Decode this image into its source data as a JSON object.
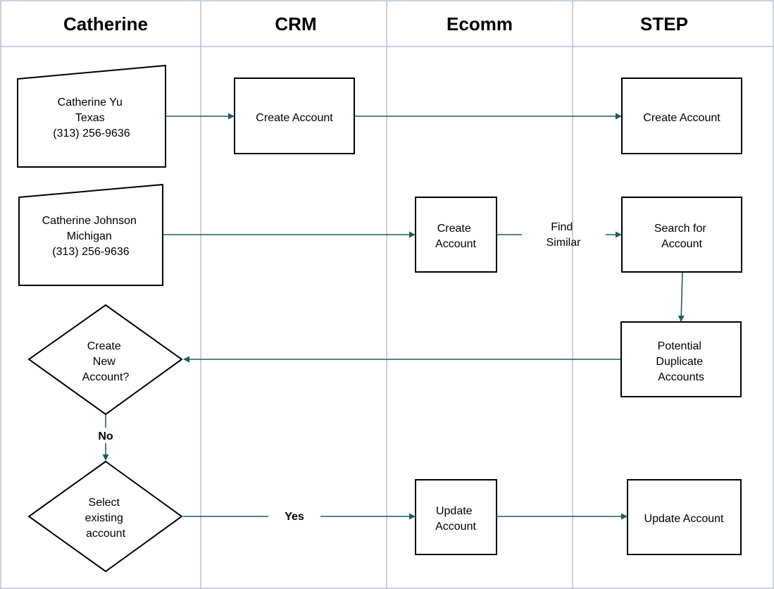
{
  "colors": {
    "background": "#ffffff",
    "lane_divider": "#b8c4d0",
    "connector": "#1f5a63",
    "shape_stroke": "#000000"
  },
  "lanes": [
    {
      "title": "Catherine"
    },
    {
      "title": "CRM"
    },
    {
      "title": "Ecomm"
    },
    {
      "title": "STEP"
    }
  ],
  "nodes": {
    "input_yu": {
      "lines": [
        "Catherine Yu",
        "Texas",
        "(313) 256-9636"
      ]
    },
    "crm_create": {
      "lines": [
        "Create Account"
      ]
    },
    "step_create": {
      "lines": [
        "Create Account"
      ]
    },
    "input_johnson": {
      "lines": [
        "Catherine Johnson",
        "Michigan",
        "(313) 256-9636"
      ]
    },
    "ecomm_create": {
      "lines": [
        "Create",
        "Account"
      ]
    },
    "step_search": {
      "lines": [
        "Search for",
        "Account"
      ]
    },
    "step_duplicates": {
      "lines": [
        "Potential",
        "Duplicate",
        "Accounts"
      ]
    },
    "decision_create_new": {
      "lines": [
        "Create",
        "New",
        "Account?"
      ]
    },
    "decision_select_existing": {
      "lines": [
        "Select",
        "existing",
        "account"
      ]
    },
    "ecomm_update": {
      "lines": [
        "Update",
        "Account"
      ]
    },
    "step_update": {
      "lines": [
        "Update Account"
      ]
    }
  },
  "edge_labels": {
    "find_similar": [
      "Find",
      "Similar"
    ],
    "no": "No",
    "yes": "Yes"
  }
}
